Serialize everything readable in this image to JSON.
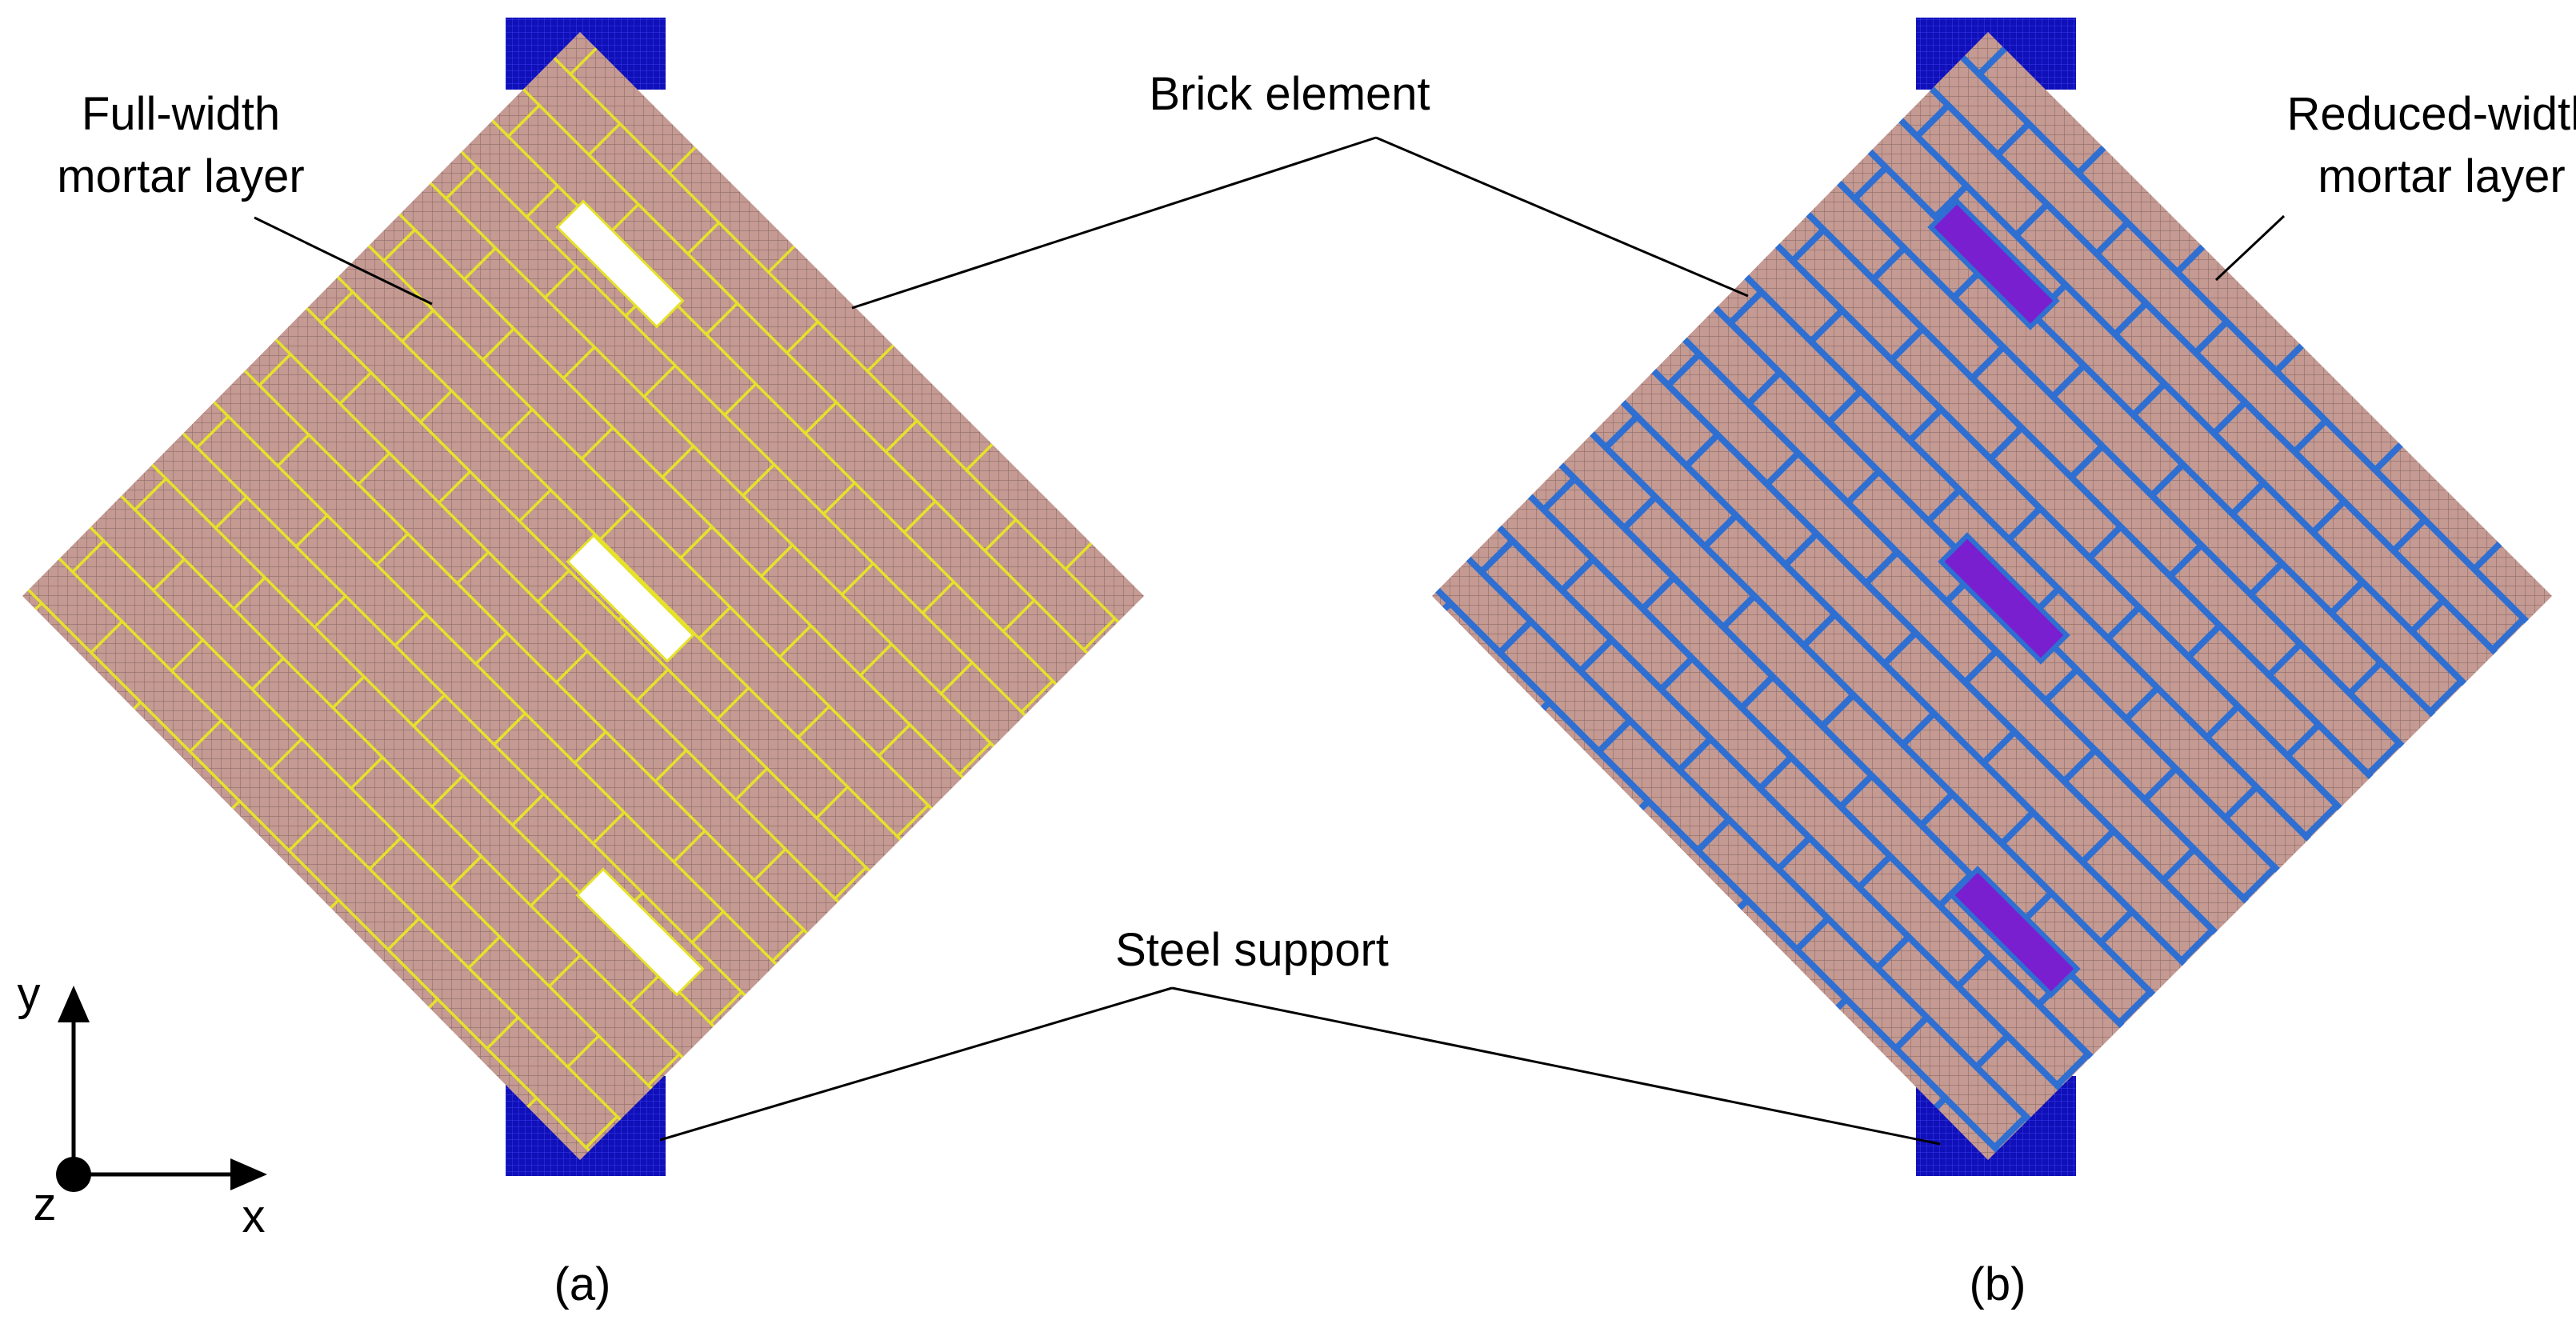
{
  "labels": {
    "full_width_line1": "Full-width",
    "full_width_line2": "mortar layer",
    "brick_element": "Brick element",
    "reduced_width_line1": "Reduced-width",
    "reduced_width_line2": "mortar layer",
    "steel_support": "Steel support",
    "panel_a": "(a)",
    "panel_b": "(b)"
  },
  "axes": {
    "y": "y",
    "x": "x",
    "z": "z"
  },
  "colors": {
    "brick": "#c49a93",
    "brick_mesh": "#7a5a55",
    "mortar_full": "#e6e22a",
    "mortar_reduced": "#2e6fd1",
    "steel_support": "#1010b8",
    "opening_a": "#ffffff",
    "opening_b": "#7a1fd0"
  }
}
